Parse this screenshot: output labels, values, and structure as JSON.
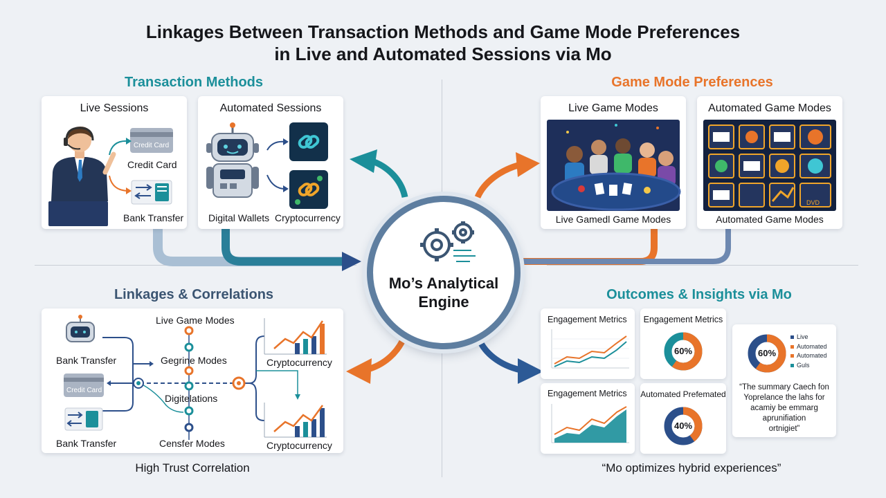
{
  "title": {
    "line1": "Linkages Between Transaction Methods and Game Mode Preferences",
    "line2": "in Live and Automated Sessions via Mo"
  },
  "transaction": {
    "heading": "Transaction Methods",
    "live": {
      "title": "Live Sessions",
      "card_text": "Credit Card",
      "credit_label": "Credit Card",
      "bank_label": "Bank Transfer"
    },
    "automated": {
      "title": "Automated Sessions",
      "wallets_label": "Digital Wallets",
      "crypto_label": "Cryptocurrency"
    }
  },
  "game": {
    "heading": "Game Mode Preferences",
    "live": {
      "title": "Live Game Modes",
      "caption": "Live Gamedl Game Modes"
    },
    "automated": {
      "title": "Automated Game Modes",
      "caption": "Automated Game Modes",
      "tile_text": "DVD"
    }
  },
  "engine": {
    "line1": "Mo’s Analytical",
    "line2": "Engine"
  },
  "linkages": {
    "heading": "Linkages & Correlations",
    "bank_top": "Bank Transfer",
    "card_text": "Credit Card",
    "bank_bottom": "Bank Transfer",
    "node_live": "Live Game Modes",
    "node_gegrine": "Gegrine Modes",
    "node_digi": "Digitelations",
    "node_censfer": "Censfer Modes",
    "crypto_top": "Cryptocurrency",
    "crypto_bottom": "Cryptocurrency",
    "footer": "High Trust Correlation"
  },
  "outcomes": {
    "heading": "Outcomes & Insights via Mo",
    "chart1": {
      "title": "Engagement Metrics"
    },
    "chart2": {
      "title": "Engagement Metrics"
    },
    "donut1": {
      "title": "Engagement Metrics",
      "value": 60,
      "label": "60%"
    },
    "donut2": {
      "title": "Automated Prefemated",
      "value": 40,
      "label": "40%"
    },
    "summary": {
      "value": 60,
      "label": "60%",
      "legend": [
        "Live",
        "Automated",
        "Automated",
        "Guls"
      ],
      "legend_colors": [
        "#2c4f8a",
        "#e8742a",
        "#e8742a",
        "#1b8f9a"
      ],
      "quote_l1": "“The summary Caech fon",
      "quote_l2": "Yoprelance the lahs for",
      "quote_l3": "acamiy be emmarg",
      "quote_l4": "aprunifiation",
      "quote_l5": "ortnigiet”"
    },
    "footer": "“Mo optimizes hybrid experiences”"
  },
  "colors": {
    "teal": "#1b8f9a",
    "orange": "#e8742a",
    "navy": "#2c4f8a",
    "slate": "#5e7ea0"
  }
}
